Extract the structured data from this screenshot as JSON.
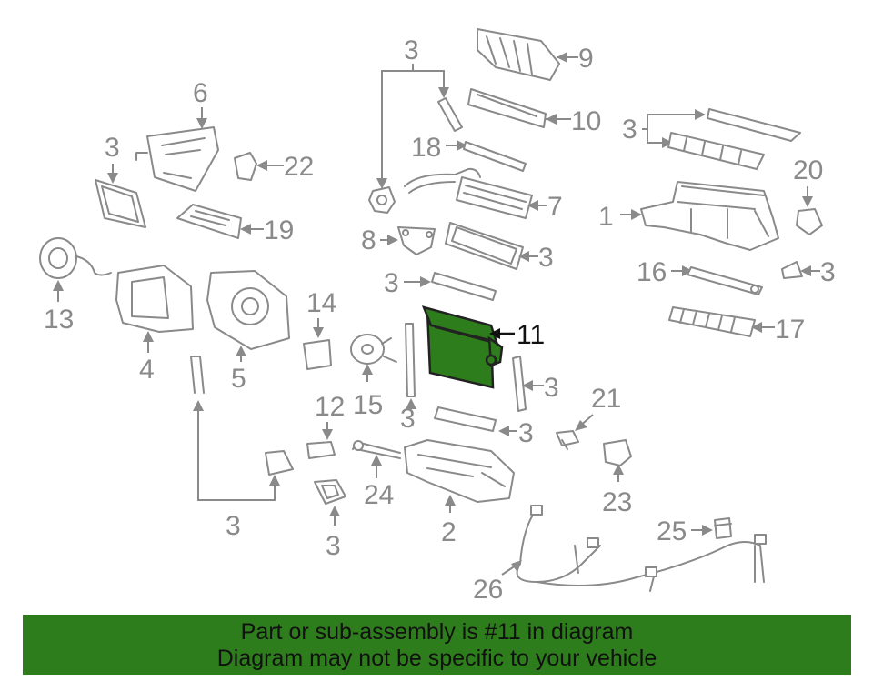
{
  "diagram": {
    "highlighted_part": "11",
    "highlight_color": "#2e7d1c",
    "line_color": "#8a8a8a",
    "callouts": {
      "c9": "9",
      "c10": "10",
      "c3_top": "3",
      "c18": "18",
      "c7": "7",
      "c3_right_top": "3",
      "c1": "1",
      "c20": "20",
      "c6": "6",
      "c3_left": "3",
      "c22": "22",
      "c19": "19",
      "c8": "8",
      "c3_mid": "3",
      "c16": "16",
      "c3_r2": "3",
      "c17": "17",
      "c13": "13",
      "c3_vent": "3",
      "c11": "11",
      "c14": "14",
      "c4": "4",
      "c5": "5",
      "c15": "15",
      "c3_core": "3",
      "c3_strip": "3",
      "c12": "12",
      "c3_low": "3",
      "c21": "21",
      "c24": "24",
      "c23": "23",
      "c2": "2",
      "c3_bottom": "3",
      "c3_seal": "3",
      "c25": "25",
      "c26": "26"
    }
  },
  "banner": {
    "line1": "Part or sub-assembly is #11 in diagram",
    "line2": "Diagram may not be specific to your vehicle"
  }
}
